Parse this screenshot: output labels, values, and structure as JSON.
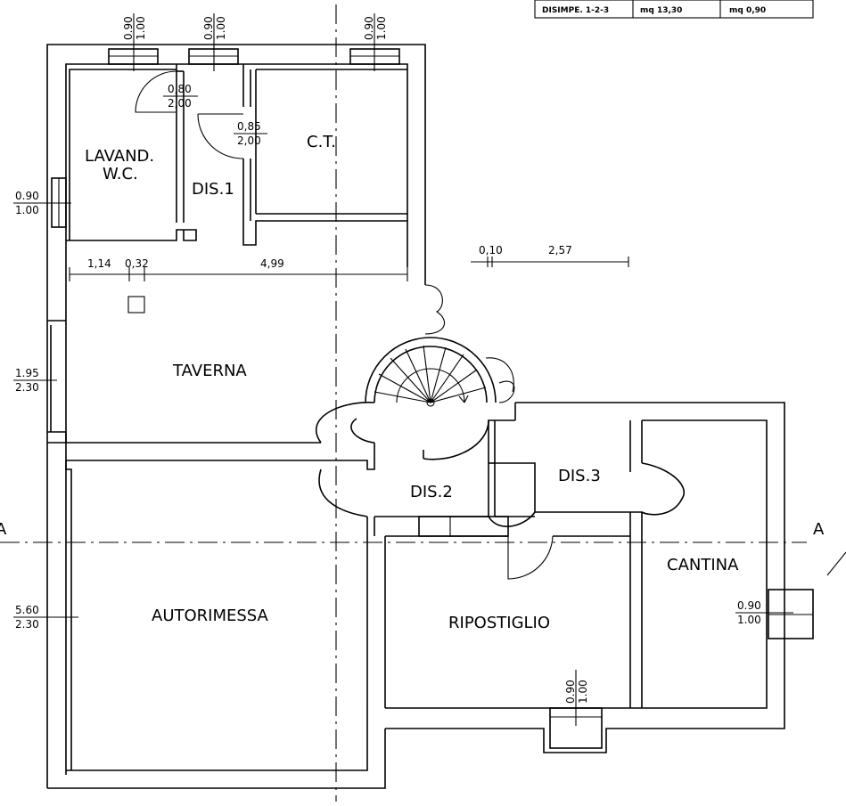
{
  "table": {
    "row_label": "DISIMPE. 1-2-3",
    "area": "mq  13,30",
    "height": "mq  0,90"
  },
  "rooms": {
    "lavand": "LAVAND.",
    "wc": "W.C.",
    "ct": "C.T.",
    "dis1": "DIS.1",
    "taverna": "TAVERNA",
    "dis2": "DIS.2",
    "dis3": "DIS.3",
    "cantina": "CANTINA",
    "autorimessa": "AUTORIMESSA",
    "ripostiglio": "RIPOSTIGLIO"
  },
  "windows": {
    "top1": [
      "0.90",
      "1.00"
    ],
    "top2": [
      "0.90",
      "1.00"
    ],
    "top3": [
      "0.90",
      "1.00"
    ],
    "left_wc": [
      "0.90",
      "1.00"
    ],
    "left_taverna": [
      "1.95",
      "2.30"
    ],
    "left_garage": [
      "5.60",
      "2.30"
    ],
    "cantina": [
      "0.90",
      "1.00"
    ],
    "ripostiglio": [
      "0.90",
      "1.00"
    ]
  },
  "doors": {
    "lavand": [
      "0,80",
      "2,00"
    ],
    "ct": [
      "0,85",
      "2,00"
    ]
  },
  "dimensions": {
    "d1": "1,14",
    "d2": "0,32",
    "d3": "4,99",
    "d4": "0,10",
    "d5": "2,57"
  },
  "section": {
    "left": "A",
    "right": "A"
  }
}
